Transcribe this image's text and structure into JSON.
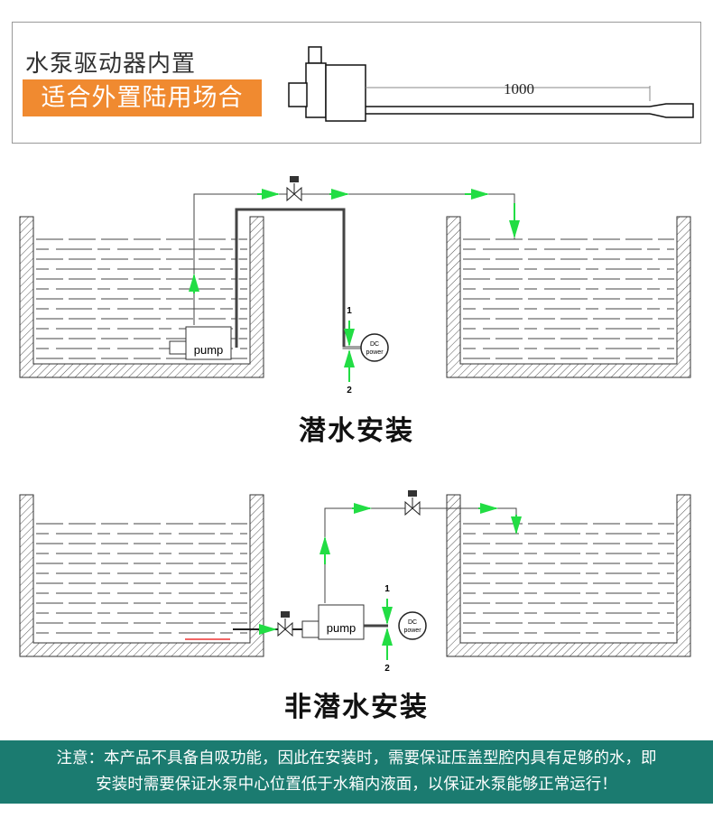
{
  "header": {
    "line1": "水泵驱动器内置",
    "line2": "适合外置陆用场合",
    "dimension": "1000"
  },
  "diagram1": {
    "title": "潜水安装",
    "pump": "pump",
    "power_line1": "DC",
    "power_line2": "power",
    "terminal1": "1",
    "terminal2": "2"
  },
  "diagram2": {
    "title": "非潜水安装",
    "pump": "pump",
    "power_line1": "DC",
    "power_line2": "power",
    "terminal1": "1",
    "terminal2": "2"
  },
  "note": {
    "line1": "注意：本产品不具备自吸功能，因此在安装时，需要保证压盖型腔内具有足够的水，即",
    "line2": "安装时需要保证水泵中心位置低于水箱内液面，以保证水泵能够正常运行！"
  },
  "colors": {
    "accent": "#f08a30",
    "footer": "#1b7b70",
    "flow": "#22dd44"
  }
}
